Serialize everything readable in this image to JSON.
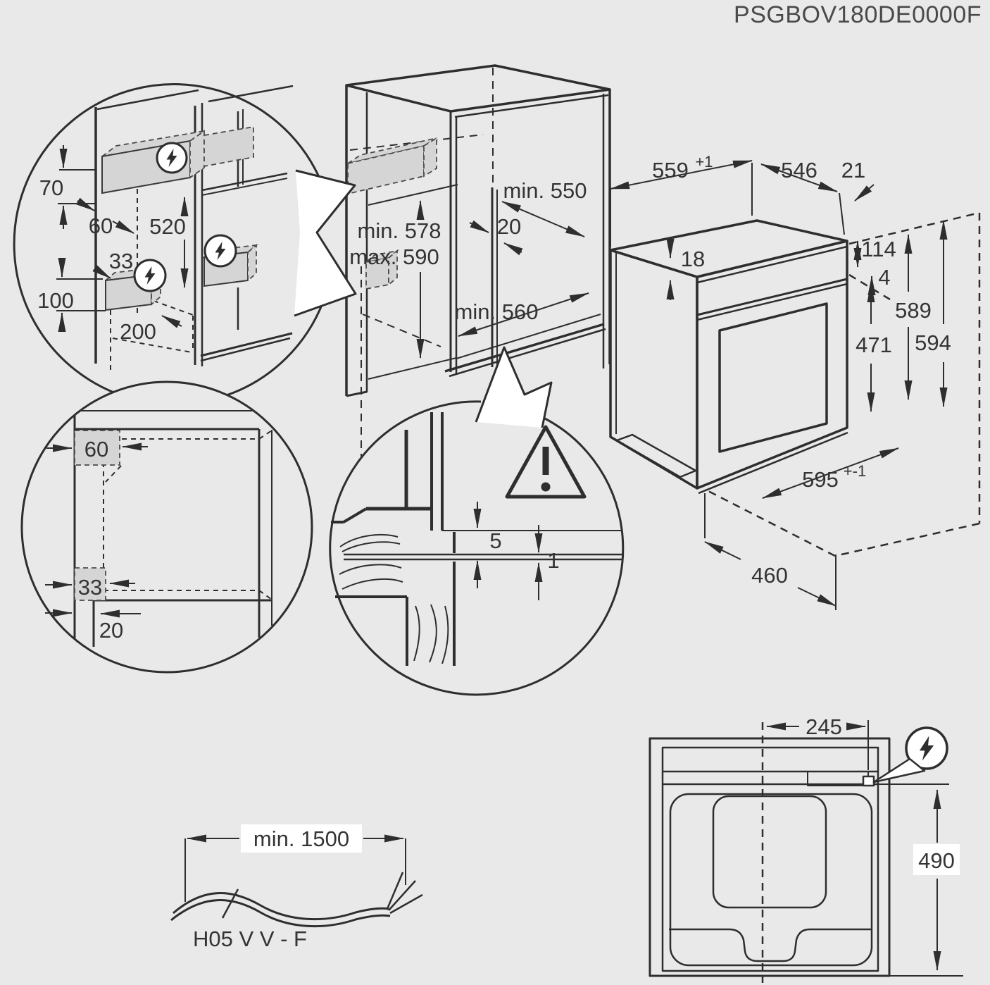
{
  "title": "PSGBOV180DE0000F",
  "colors": {
    "background": "#e9e9e9",
    "line": "#2e2e2e",
    "text": "#343434",
    "connection_zone_fill": "#d5d5d5",
    "callout_fill": "#ffffff"
  },
  "icons": {
    "lightning": "lightning-bolt-icon",
    "warning": "warning-triangle-icon"
  },
  "wall_section": {
    "d70": "70",
    "d60": "60",
    "d520": "520",
    "d33": "33",
    "d100": "100",
    "d200": "200"
  },
  "cabinet": {
    "min_550": "min. 550",
    "d20": "20",
    "min_578": "min. 578",
    "max_590": "max. 590",
    "min_560": "min. 560"
  },
  "oven": {
    "d559": "559",
    "d559_tol": "+1",
    "d546": "546",
    "d21": "21",
    "d18": "18",
    "d114": "114",
    "d4": "4",
    "d589": "589",
    "d594": "594",
    "d471": "471",
    "d595": "595",
    "d595_tol": "+-1",
    "d460": "460"
  },
  "plan_section": {
    "d60": "60",
    "d33": "33",
    "d20": "20"
  },
  "gap_detail": {
    "d5": "5",
    "d1": "1"
  },
  "cable": {
    "length": "min. 1500",
    "type": "H05 V V - F"
  },
  "top_view": {
    "d245": "245",
    "d490": "490"
  }
}
